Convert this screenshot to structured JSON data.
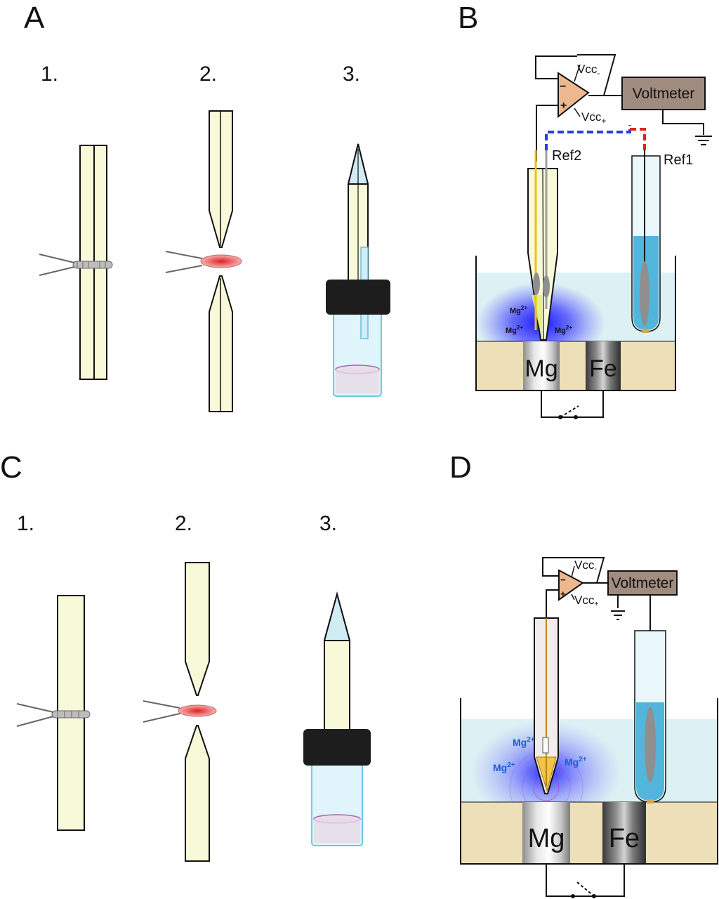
{
  "panels": {
    "A": {
      "letter": "A",
      "steps": [
        "1.",
        "2.",
        "3."
      ]
    },
    "B": {
      "letter": "B",
      "voltmeter": "Voltmeter",
      "vcc_minus": "Vcc",
      "vcc_minus_sub": "-",
      "vcc_plus": "Vcc",
      "vcc_plus_sub": "+",
      "opamp_minus": "−",
      "opamp_plus": "+",
      "ref2": "Ref2",
      "ref1": "Ref1",
      "ion": "Mg",
      "ion_charge": "2+",
      "metal_left": "Mg",
      "metal_right": "Fe"
    },
    "C": {
      "letter": "C",
      "steps": [
        "1.",
        "2.",
        "3."
      ]
    },
    "D": {
      "letter": "D",
      "voltmeter": "Voltmeter",
      "vcc_minus": "Vcc",
      "vcc_minus_sub": "-",
      "vcc_plus": "Vcc",
      "vcc_plus_sub": "+",
      "opamp_minus": "−",
      "opamp_plus": "+",
      "ion": "Mg",
      "ion_charge": "2+",
      "metal_left": "Mg",
      "metal_right": "Fe"
    }
  },
  "colors": {
    "glass": "#f7f9d9",
    "cap": "#1d1d1d",
    "vial": "#cdeefa",
    "solution": "#bde6f3",
    "sediment": "#eddfb8",
    "opamp": "#edb890",
    "voltmeter": "#a08c7e",
    "ion_glow": "#2a2aff",
    "wire_blue": "#2a3de0",
    "wire_red": "#e0241c",
    "reference_fluid": "#52b6dc"
  }
}
